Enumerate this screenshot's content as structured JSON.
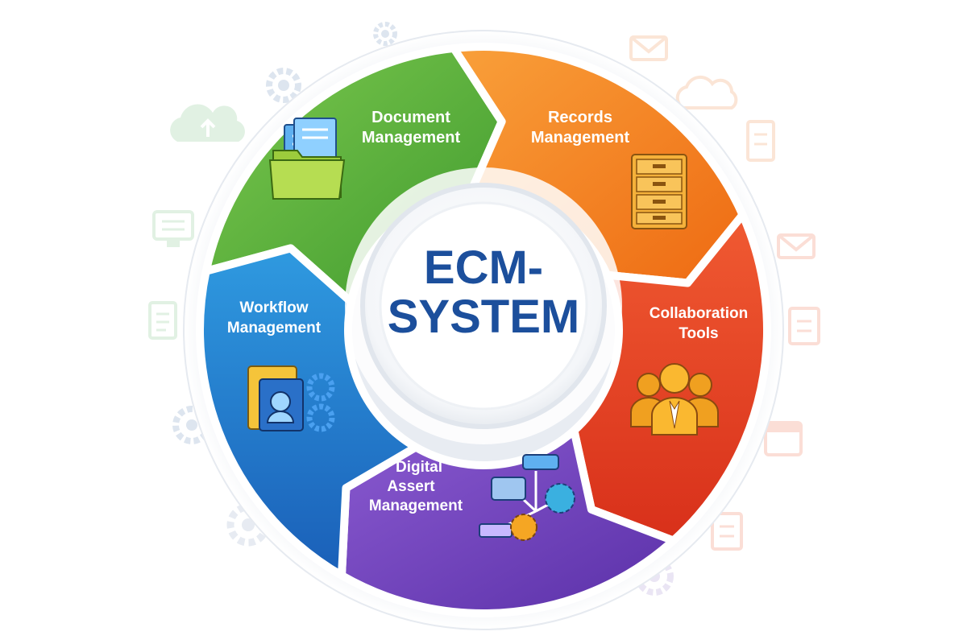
{
  "center": {
    "line1": "ECM-",
    "line2": "SYSTEM",
    "text_color": "#1c4f9c"
  },
  "segments": [
    {
      "id": "document-management",
      "lines": [
        "Document",
        "Management"
      ],
      "color": "#4aa83a",
      "color_light": "#7cc84e",
      "icon": "folder-documents-icon"
    },
    {
      "id": "records-management",
      "lines": [
        "Records",
        "Management"
      ],
      "color": "#f07a1a",
      "color_light": "#f9a03a",
      "icon": "filing-cabinet-icon"
    },
    {
      "id": "collaboration-tools",
      "lines": [
        "Collaboration",
        "Tools"
      ],
      "color": "#e2371f",
      "color_light": "#f05a32",
      "icon": "people-group-icon"
    },
    {
      "id": "digital-asset-management",
      "lines": [
        "Digital",
        "Assert",
        "Management"
      ],
      "color": "#6b3fb8",
      "color_light": "#8a5ad0",
      "icon": "asset-network-icon"
    },
    {
      "id": "workflow-management",
      "lines": [
        "Workflow",
        "Management"
      ],
      "color": "#1f6fc4",
      "color_light": "#2f9ae0",
      "icon": "workflow-gears-icon"
    }
  ],
  "background_icons": [
    "gear-icon",
    "cloud-upload-icon",
    "monitor-icon",
    "clipboard-icon",
    "gear-icon",
    "gear-icon",
    "envelope-icon",
    "cloud-icon",
    "document-icon",
    "envelope-icon",
    "document-icon",
    "calendar-icon",
    "document-icon",
    "gear-icon",
    "gear-icon"
  ]
}
